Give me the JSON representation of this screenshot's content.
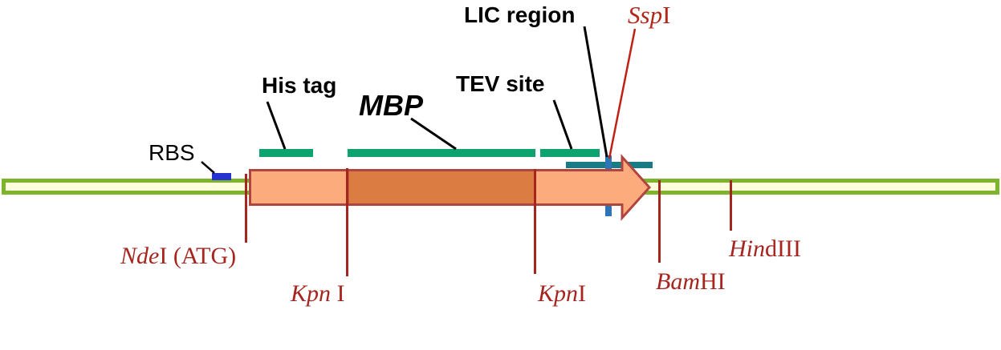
{
  "diagram": {
    "type": "plasmid-expression-cassette-map",
    "features": {
      "rbs": {
        "label": "RBS"
      },
      "his_tag": {
        "label": "His tag"
      },
      "mbp": {
        "label": "MBP"
      },
      "tev_site": {
        "label": "TEV site"
      },
      "lic_region": {
        "label": "LIC region"
      }
    },
    "restriction_sites": {
      "ndei": {
        "italic": "Nde",
        "rest": "I (ATG)"
      },
      "kpn1": {
        "italic": "Kpn",
        "rest": " I"
      },
      "kpn2": {
        "italic": "Kpn",
        "rest": "I"
      },
      "sspi": {
        "italic": "Ssp",
        "rest": "I"
      },
      "bamhi": {
        "italic": "Bam",
        "rest": "HI"
      },
      "hindiii": {
        "italic": "Hin",
        "rest": "dIII"
      }
    },
    "colors": {
      "backbone_border": "#7CB52B",
      "backbone_fill": "#FFFFDE",
      "feature_bar_teal": "#0CA36E",
      "lic_bar_dark_teal": "#1A7B84",
      "rbs_marker_blue": "#2633CE",
      "ssp_tick_blue": "#2E75B6",
      "arrow_fill_light": "#FCAB7D",
      "arrow_fill_dark": "#DB7D42",
      "arrow_outline": "#B04540",
      "site_red": "#A6251E",
      "ssp_label_red": "#B3261A",
      "leader_black": "#000000"
    }
  }
}
